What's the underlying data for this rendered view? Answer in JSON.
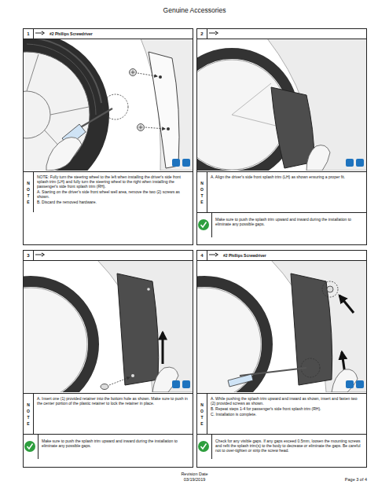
{
  "diagram": {
    "title": "Genuine Accessories",
    "nodes": [
      {
        "text": [
          "1",
          "#2 Phillips Screwdriver"
        ]
      },
      {
        "text": [
          "N O T E",
          "NOTE: Fully turn the steering wheel to the left when installing the driver's side front splash trim (LH) and fully turn the steering wheel to the right when installing the passenger's side front splash trim (RH).",
          "A. Starting on the driver's side front wheel well area, remove the two (2) screws as shown.",
          "B. Discard the removed hardware."
        ],
        "in": 0
      },
      {
        "text": [
          "2"
        ]
      },
      {
        "text": [
          "N O T E",
          "A. Align the driver's side front splash trim (LH) as shown ensuring a proper fit."
        ],
        "in": 2
      },
      {
        "text": [
          "Make sure to push the splash trim upward and inward during the installation to eliminate any possible gaps."
        ],
        "in": 2
      },
      {
        "text": [
          "3"
        ]
      },
      {
        "text": [
          "N O T E",
          "A. Insert one (1) provided retainer into the bottom hole as shown. Make sure to push in the center portion of the plastic retainer to lock the retainer in place."
        ],
        "in": 5
      },
      {
        "text": [
          "Make sure to push the splash trim upward and inward during the installation to eliminate any possible gaps."
        ],
        "in": 5
      },
      {
        "text": [
          "4",
          "#2 Phillips Screwdriver"
        ]
      },
      {
        "text": [
          "N O T E",
          "A. While pushing the splash trim upward and inward as shown, insert and fasten two (2) provided screws as shown.",
          "B. Repeat steps 1-4 for passenger's side front splash trim (RH).",
          "C. Installation is complete."
        ],
        "in": 8
      },
      {
        "text": [
          "Check for any visible gaps. If any gaps exceed 0.5mm, loosen the mounting screws and refit the splash trim(s) to the body to decrease or eliminate the gaps. Be careful not to over-tighten or strip the screw head."
        ],
        "in": 8
      }
    ],
    "labels": [
      "Revision Date",
      "03/19/2019",
      "Page 3 of 4"
    ]
  }
}
